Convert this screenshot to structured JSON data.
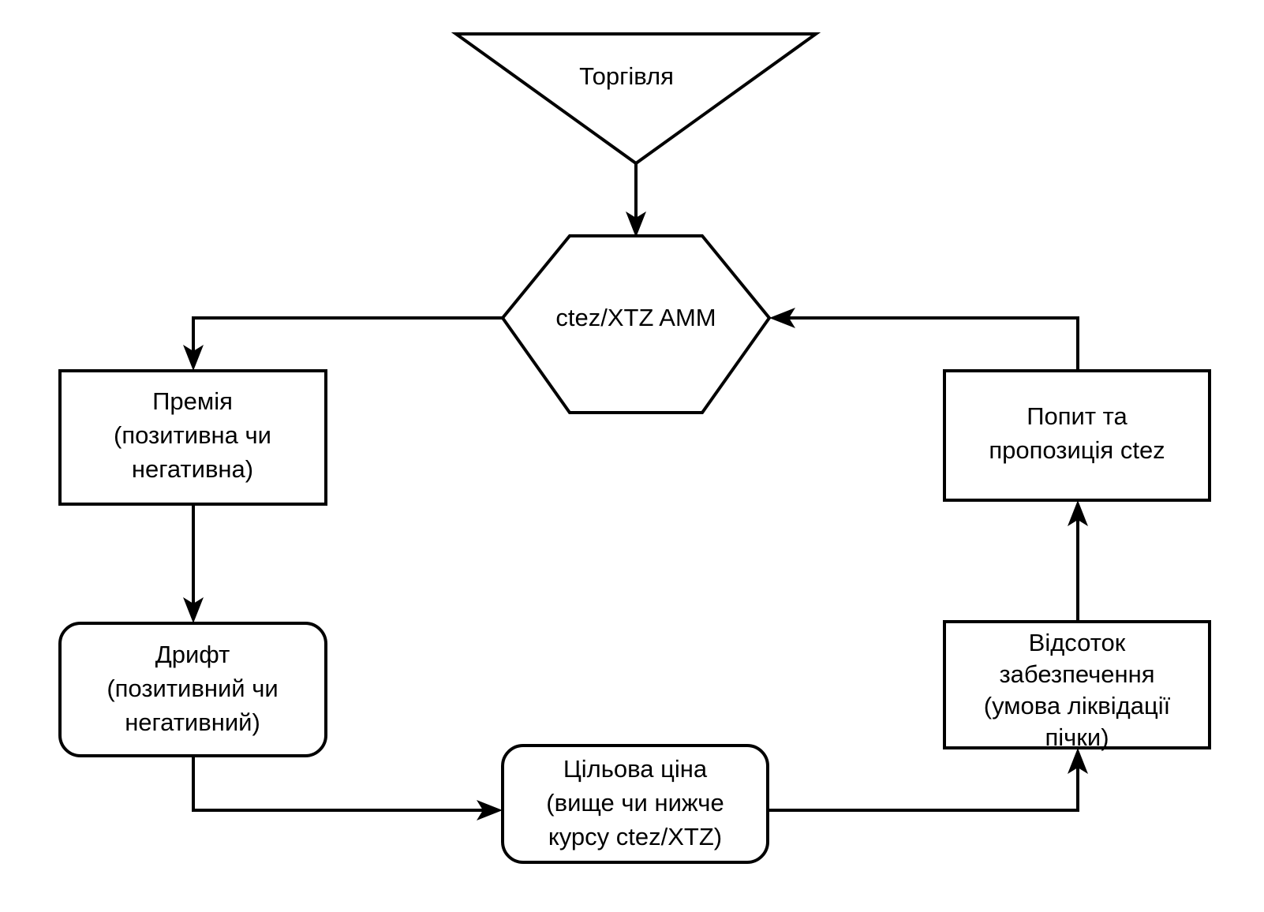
{
  "diagram": {
    "title": "ctez/XTZ AMM feedback loop",
    "background_color": "#ffffff",
    "stroke_color": "#000000",
    "nodes": {
      "trade": {
        "shape": "inverted-triangle",
        "label": "Торгівля"
      },
      "amm": {
        "shape": "hexagon",
        "label": "ctez/XTZ AMM"
      },
      "premium": {
        "shape": "rectangle",
        "line1": "Премія",
        "line2": "(позитивна чи",
        "line3": "негативна)"
      },
      "drift": {
        "shape": "rounded-rectangle",
        "line1": "Дрифт",
        "line2": "(позитивний чи",
        "line3": "негативний)"
      },
      "target_price": {
        "shape": "rounded-rectangle",
        "line1": "Цільова ціна",
        "line2": "(вище чи нижче",
        "line3": "курсу ctez/XTZ)"
      },
      "collateral": {
        "shape": "rectangle",
        "line1": "Відсоток",
        "line2": "забезпечення",
        "line3": "(умова ліквідації",
        "line4": "пічки)"
      },
      "supply_demand": {
        "shape": "rectangle",
        "line1": "Попит та",
        "line2": "пропозиція ctez"
      }
    }
  }
}
